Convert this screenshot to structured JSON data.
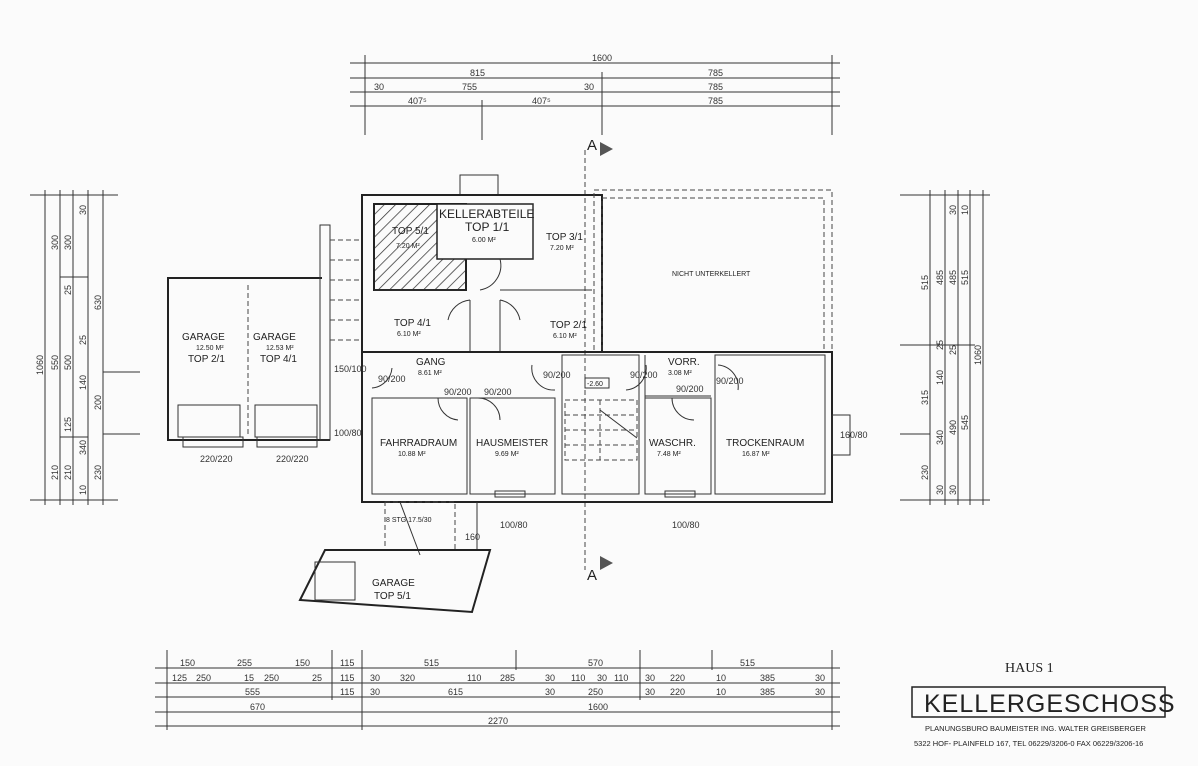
{
  "plan": {
    "house": "HAUS 1",
    "title": "KELLERGESCHOSS",
    "office": "PLANUNGSBURO BAUMEISTER ING. WALTER GREISBERGER",
    "address": "5322 HOF- PLAINFELD 167, TEL 06229/3206-0  FAX 06229/3206-16",
    "section_marker": "A"
  },
  "rooms": {
    "kellerabteile": "KELLERABTEILE",
    "top11": "TOP 1/1",
    "top11_area": "6.00 M²",
    "top51_cellar": "TOP 5/1",
    "top51_area": "7.20 M²",
    "top31": "TOP 3/1",
    "top31_area": "7.20 M²",
    "top41": "TOP 4/1",
    "top41_area": "6.10 M²",
    "top21": "TOP 2/1",
    "top21_area": "6.10 M²",
    "nicht": "NICHT UNTERKELLERT",
    "gang": "GANG",
    "gang_area": "8.61 M²",
    "vorr": "VORR.",
    "vorr_area": "3.08 M²",
    "fahrrad": "FAHRRADRAUM",
    "fahrrad_area": "10.88 M²",
    "hausmeister": "HAUSMEISTER",
    "hausmeister_area": "9.69 M²",
    "wasch": "WASCHR.",
    "wasch_area": "7.48 M²",
    "trocken": "TROCKENRAUM",
    "trocken_area": "16.87 M²",
    "level": "-2.60",
    "garage": "GARAGE",
    "garage1_area": "12.50 M²",
    "garage1_top": "TOP 2/1",
    "garage2_area": "12.53 M²",
    "garage2_top": "TOP 4/1",
    "garage3_top": "TOP 5/1",
    "stairs_note": "8 STG 17.5/30",
    "dist160": "160"
  },
  "dims": {
    "top": [
      "1600",
      "815",
      "785",
      "30",
      "755",
      "30",
      "785",
      "407⁵",
      "407⁵",
      "785"
    ],
    "bottom": [
      "150",
      "255",
      "150",
      "115",
      "515",
      "570",
      "515",
      "125",
      "250",
      "15",
      "250",
      "25",
      "115",
      "30",
      "320",
      "110",
      "285",
      "30",
      "110",
      "30",
      "110",
      "30",
      "220",
      "10",
      "385",
      "30",
      "555",
      "115",
      "30",
      "615",
      "30",
      "250",
      "30",
      "220",
      "10",
      "385",
      "30",
      "670",
      "1600",
      "2270"
    ],
    "left": [
      "1060",
      "550",
      "300",
      "500",
      "210",
      "300",
      "25",
      "125",
      "140",
      "210",
      "30",
      "10",
      "630",
      "200",
      "230",
      "25",
      "340"
    ],
    "right": [
      "515",
      "315",
      "230",
      "485",
      "25",
      "140",
      "340",
      "30",
      "485",
      "490",
      "30",
      "515",
      "545",
      "1060",
      "30",
      "10",
      "25"
    ],
    "doors": [
      "90/200",
      "90/200",
      "90/200",
      "90/200",
      "90/200",
      "90/200",
      "90/200",
      "220/220",
      "220/220",
      "100/80",
      "100/80",
      "100/80",
      "160/80",
      "150/100"
    ]
  }
}
